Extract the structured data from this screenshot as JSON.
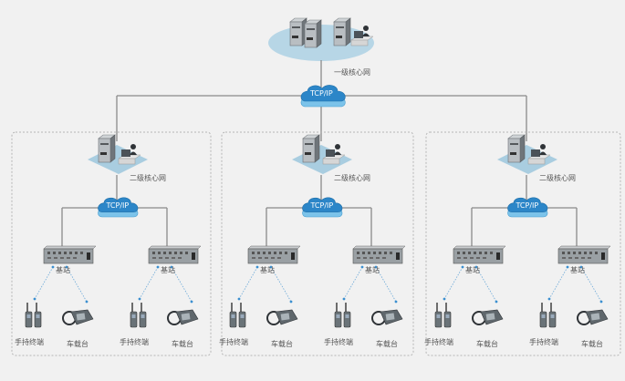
{
  "title": "数字集群系统组网拓扑",
  "colors": {
    "background": "#f1f1f1",
    "line": "#8a8a8a",
    "dashed_border": "#b5b5b5",
    "link_blue": "#6aa8d8",
    "cloud_top": "#2c86c8",
    "cloud_side": "#7cc3ea",
    "ellipse": "#b7d6e6"
  },
  "root": {
    "label": "一级核心网",
    "network_label": "TCP/IP"
  },
  "panels": [
    {
      "core_label": "二级核心网",
      "network_label": "TCP/IP",
      "base_stations": [
        {
          "label": "基站",
          "handheld_label": "手持终端",
          "vehicle_label": "车载台"
        },
        {
          "label": "基站",
          "handheld_label": "手持终端",
          "vehicle_label": "车载台"
        }
      ]
    },
    {
      "core_label": "二级核心网",
      "network_label": "TCP/IP",
      "base_stations": [
        {
          "label": "基站",
          "handheld_label": "手持终端",
          "vehicle_label": "车载台"
        },
        {
          "label": "基站",
          "handheld_label": "手持终端",
          "vehicle_label": "车载台"
        }
      ]
    },
    {
      "core_label": "二级核心网",
      "network_label": "TCP/IP",
      "base_stations": [
        {
          "label": "基站",
          "handheld_label": "手持终端",
          "vehicle_label": "车载台"
        },
        {
          "label": "基站",
          "handheld_label": "手持终端",
          "vehicle_label": "车载台"
        }
      ]
    }
  ]
}
